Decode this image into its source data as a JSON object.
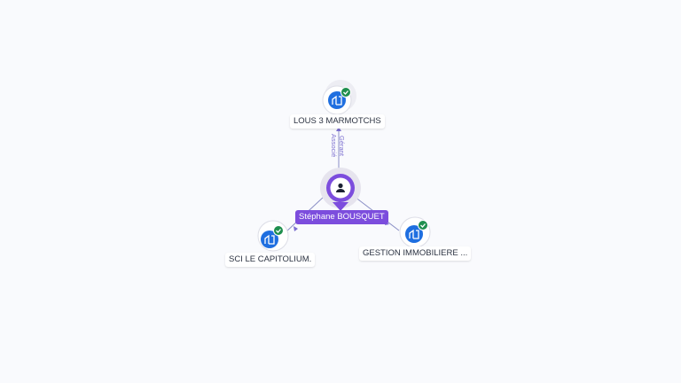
{
  "center": {
    "name": "Stéphane BOUSQUET",
    "icon": "person-icon"
  },
  "companies": [
    {
      "name": "LOUS 3 MARMOTCHS",
      "icon": "building-icon",
      "status": "verified-check-icon"
    },
    {
      "name": "SCI LE CAPITOLIUM.",
      "icon": "building-icon",
      "status": "verified-check-icon"
    },
    {
      "name": "GESTION IMMOBILIERE ...",
      "icon": "building-icon",
      "status": "verified-check-icon"
    }
  ],
  "edges": [
    {
      "labels": [
        "Gérant",
        "Associé"
      ]
    }
  ],
  "colors": {
    "accent": "#7c4ddd",
    "company": "#1f6fe0",
    "check": "#1f8f4e",
    "edge": "#8a8fc6"
  }
}
